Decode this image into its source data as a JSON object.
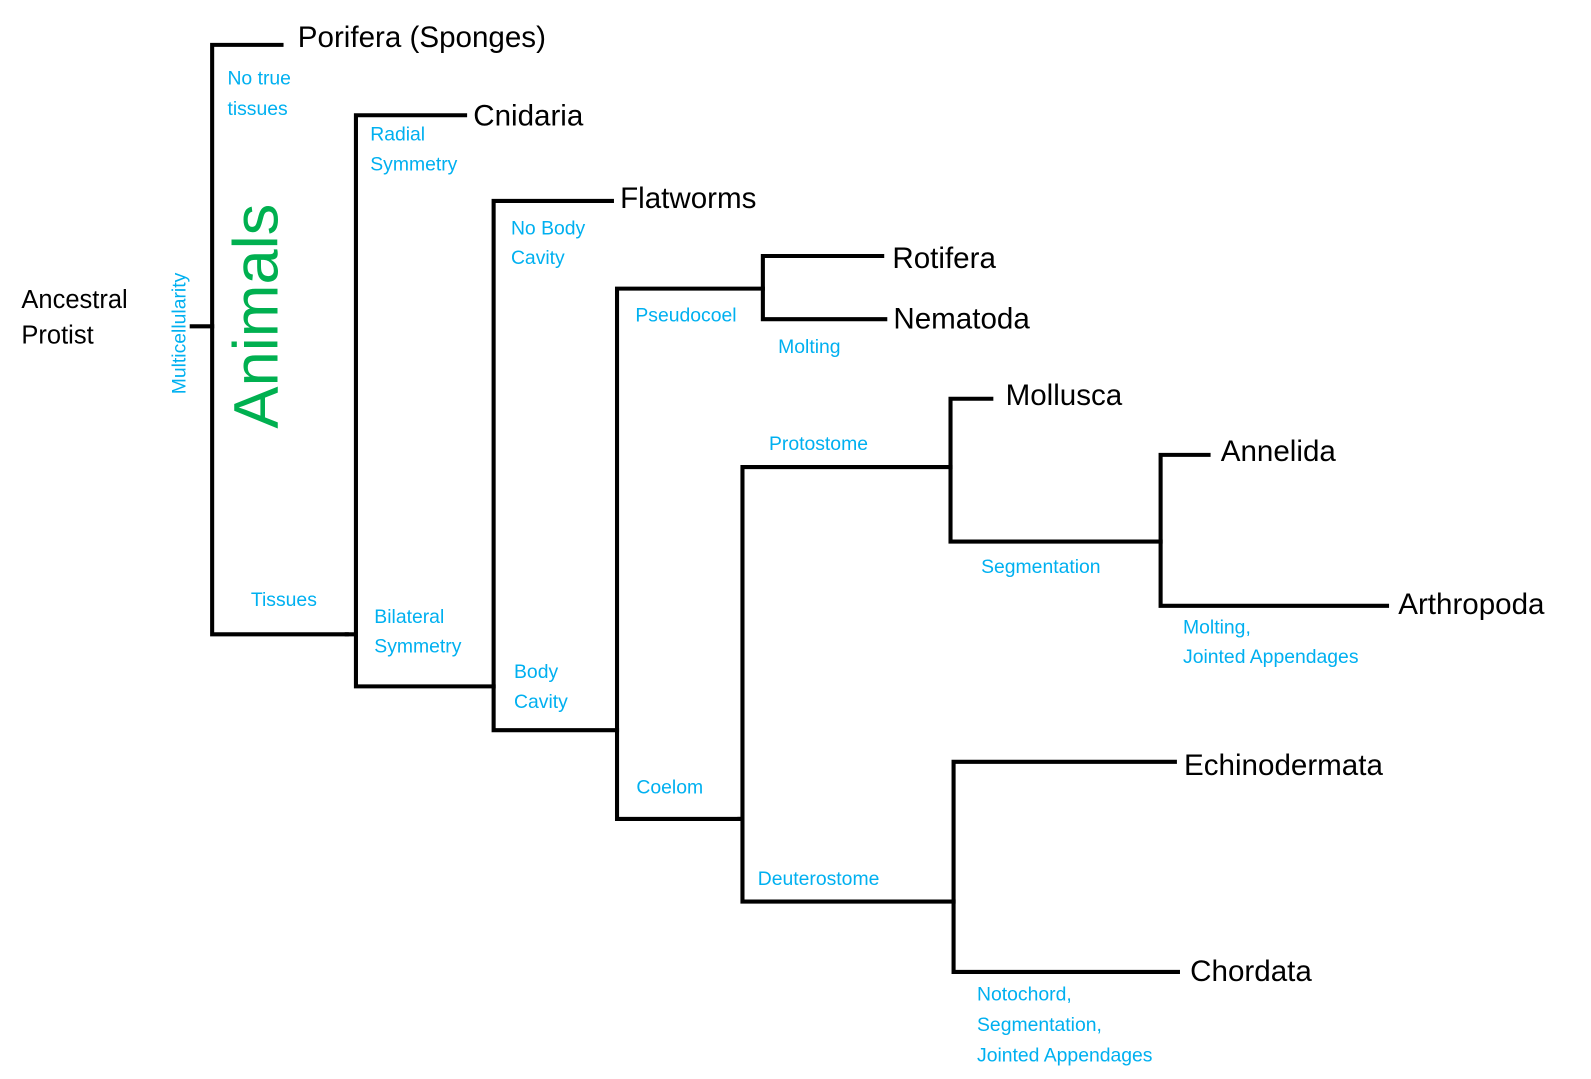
{
  "root": {
    "line1": "Ancestral",
    "line2": "Protist"
  },
  "group_label": "Animals",
  "taxa": {
    "porifera": "Porifera (Sponges)",
    "cnidaria": "Cnidaria",
    "flatworms": "Flatworms",
    "rotifera": "Rotifera",
    "nematoda": "Nematoda",
    "mollusca": "Mollusca",
    "annelida": "Annelida",
    "arthropoda": "Arthropoda",
    "echinodermata": "Echinodermata",
    "chordata": "Chordata"
  },
  "traits": {
    "multicellularity": "Multicellularity",
    "no_true_tissues": [
      "No true",
      "tissues"
    ],
    "tissues": "Tissues",
    "radial_symmetry": [
      "Radial",
      "Symmetry"
    ],
    "bilateral_symmetry": [
      "Bilateral",
      "Symmetry"
    ],
    "no_body_cavity": [
      "No Body",
      "Cavity"
    ],
    "body_cavity": [
      "Body",
      "Cavity"
    ],
    "pseudocoel": "Pseudocoel",
    "molting": "Molting",
    "coelom": "Coelom",
    "protostome": "Protostome",
    "deuterostome": "Deuterostome",
    "segmentation": "Segmentation",
    "arthropod_traits": [
      "Molting,",
      "Jointed Appendages"
    ],
    "chordate_traits": [
      "Notochord,",
      "Segmentation,",
      "Jointed Appendages"
    ]
  },
  "colors": {
    "trait": "#00b0f0",
    "group": "#00b050",
    "line": "#000000"
  }
}
